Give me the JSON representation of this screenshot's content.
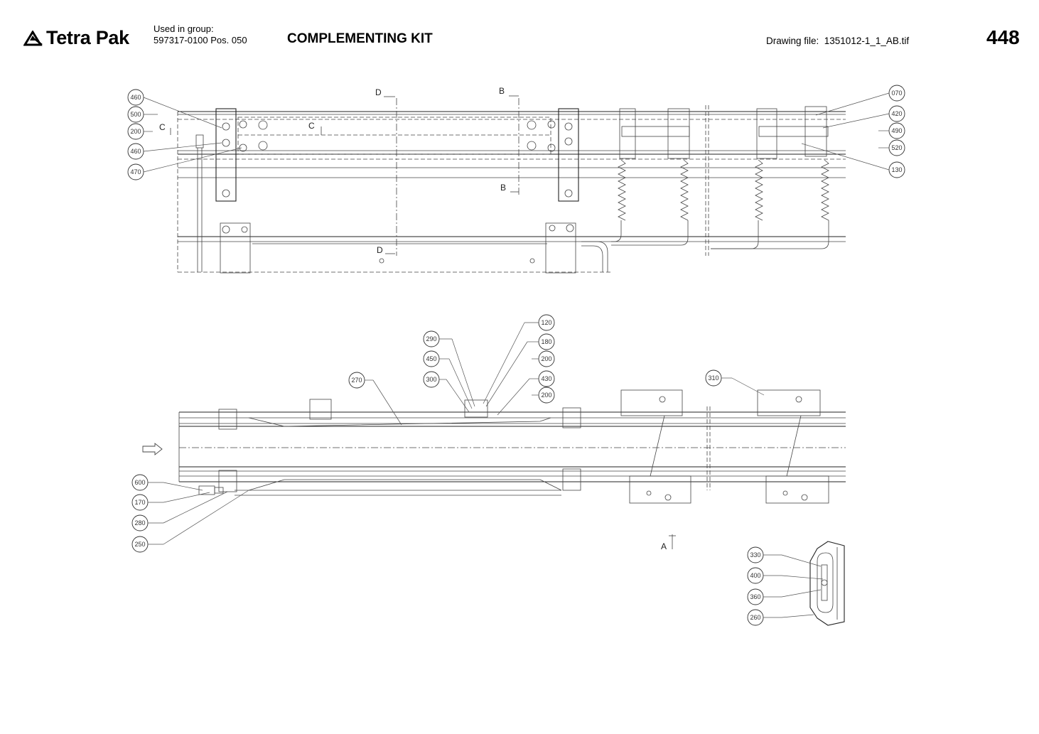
{
  "header": {
    "brand": "Tetra Pak",
    "used_in_group_label": "Used in group:",
    "used_in_group_value": "597317-0100 Pos. 050",
    "title": "COMPLEMENTING KIT",
    "drawing_file": "Drawing file:  1351012-1_1_AB.tif",
    "page_number": "448"
  },
  "section_marks": {
    "c": "C",
    "d": "D",
    "b": "B",
    "a": "A"
  },
  "view_top_callouts": {
    "left": [
      "460",
      "500",
      "200",
      "460",
      "470"
    ],
    "right": [
      "070",
      "420",
      "490",
      "520",
      "130"
    ]
  },
  "view_side_callouts": {
    "upper_cluster": [
      "120",
      "180",
      "200",
      "430",
      "200"
    ],
    "middle_cluster": [
      "290",
      "450",
      "300"
    ],
    "single_270": "270",
    "single_310": "310",
    "lower_left": [
      "600",
      "170",
      "280",
      "250"
    ]
  },
  "detail_callouts": [
    "330",
    "400",
    "360",
    "260"
  ],
  "icons": {
    "logo": "tetra-pak-logo-icon",
    "flow_arrow": "flow-direction-arrow-icon"
  }
}
